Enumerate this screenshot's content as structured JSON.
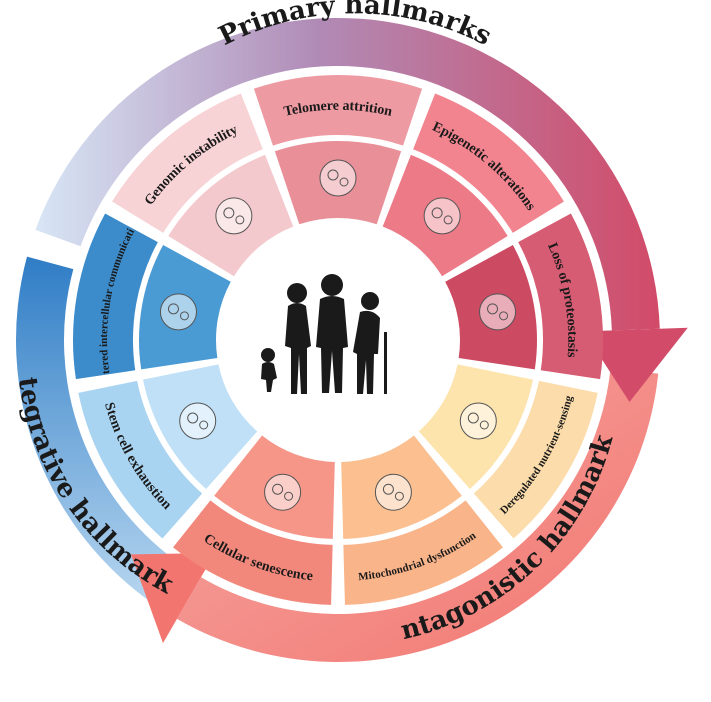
{
  "arcs": [
    {
      "key": "primary",
      "title": "Primary hallmarks"
    },
    {
      "key": "antagonistic",
      "title": "Antagonistic hallmarks"
    },
    {
      "key": "integrative",
      "title": "Integrative hallmarks"
    }
  ],
  "segments": [
    {
      "label": "Telomere attrition",
      "group": "primary",
      "icon": "chromosome-icon"
    },
    {
      "label": "Epigenetic alterations",
      "group": "primary",
      "icon": "nucleosome-icon"
    },
    {
      "label": "Loss of proteostasis",
      "group": "primary",
      "icon": "protein-icon"
    },
    {
      "label": "Deregulated nutrient-sensing",
      "group": "antagonistic",
      "icon": "nutrient-icon"
    },
    {
      "label": "Mitochondrial dysfunction",
      "group": "antagonistic",
      "icon": "mitochondria-icon"
    },
    {
      "label": "Cellular senescence",
      "group": "antagonistic",
      "icon": "senescent-cell-icon"
    },
    {
      "label": "Stem cell exhaustion",
      "group": "integrative",
      "icon": "stem-cell-icon"
    },
    {
      "label": "Altered intercellular communication",
      "group": "integrative",
      "icon": "cell-communication-icon"
    },
    {
      "label": "Genomic instability",
      "group": "primary",
      "icon": "dna-icon"
    }
  ],
  "center_icon": "human-aging-silhouettes-icon",
  "colors": {
    "primary": [
      "#f4c9cd",
      "#e88f98",
      "#ec7a87",
      "#cd4a63"
    ],
    "antagonistic": [
      "#fde4ad",
      "#fbbf90",
      "#f59688"
    ],
    "integrative": [
      "#bfe0f6",
      "#4a9bd4"
    ]
  }
}
